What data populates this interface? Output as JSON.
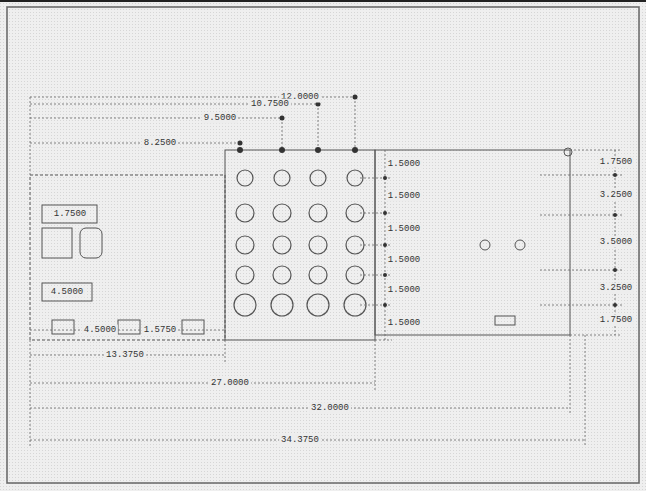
{
  "diagram": {
    "labels": [
      "12.0000",
      "10.7500",
      "9.5000",
      "8.2500",
      "1.5000",
      "1.5000",
      "1.5000",
      "1.5000",
      "1.5000",
      "1.5000",
      "1.7500",
      "3.2500",
      "3.5000",
      "3.2500",
      "1.7500",
      "1.7500",
      "4.5000",
      "4.5000",
      "1.5750",
      "13.3750",
      "27.0000",
      "32.0000",
      "34.3750"
    ]
  }
}
